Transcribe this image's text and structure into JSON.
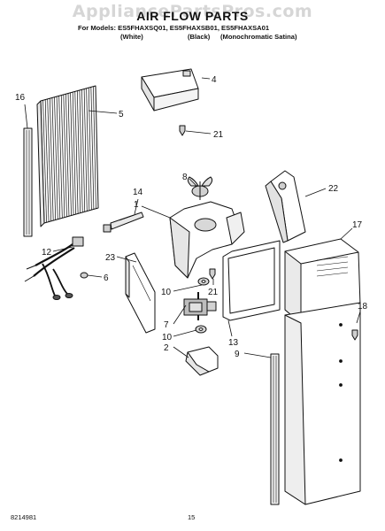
{
  "watermark": "AppliancePartsPros.com",
  "header": {
    "title": "AIR FLOW PARTS",
    "models": "For Models: ES5FHAXSQ01, ES5FHAXSB01, ES5FHAXSA01",
    "variant_white": "(White)",
    "variant_black": "(Black)",
    "variant_satina": "(Monochromatic Satina)"
  },
  "callouts": [
    "16",
    "5",
    "4",
    "21",
    "8",
    "14",
    "22",
    "1",
    "17",
    "12",
    "23",
    "6",
    "10",
    "21",
    "18",
    "7",
    "10",
    "13",
    "2",
    "9"
  ],
  "footer": {
    "part_number": "8214981",
    "page_number": "15"
  }
}
